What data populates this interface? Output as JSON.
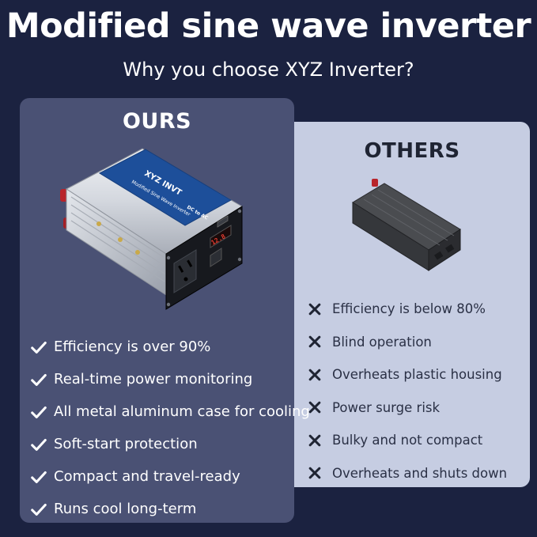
{
  "header": {
    "title": "Modified sine wave inverter",
    "subtitle": "Why you choose XYZ Inverter?"
  },
  "ours": {
    "heading": "OURS",
    "product": {
      "brand_label": "XYZ INVT",
      "model_label": "Modified Sine Wave Inverter",
      "spec_label": "DC to AC",
      "display_value": "12.8"
    },
    "benefits": [
      "Efficiency is over 90%",
      "Real-time power monitoring",
      "All metal aluminum case for cooling",
      "Soft-start protection",
      "Compact and travel-ready",
      "Runs cool long-term"
    ]
  },
  "others": {
    "heading": "OTHERS",
    "drawbacks": [
      "Efficiency is below 80%",
      "Blind operation",
      "Overheats plastic housing",
      "Power surge risk",
      "Bulky and not compact",
      "Overheats and shuts down"
    ]
  },
  "colors": {
    "background": "#1b2240",
    "ours_panel": "#4a5174",
    "others_panel": "#c6cde2",
    "check": "#ffffff",
    "cross": "#1f2433"
  },
  "icons": {
    "benefit": "check-icon",
    "drawback": "cross-icon"
  }
}
